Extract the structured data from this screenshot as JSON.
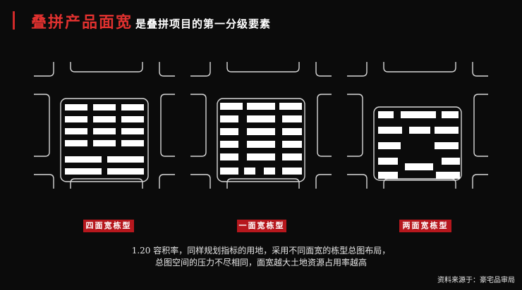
{
  "header": {
    "title_highlight": "叠拼产品面宽",
    "title_rest": "是叠拼项目的第一分级要素"
  },
  "panels": [
    {
      "label": "四面宽栋型"
    },
    {
      "label": "一面宽栋型"
    },
    {
      "label": "两面宽栋型"
    }
  ],
  "caption": {
    "line1": "1.20 容积率，同样规划指标的用地，采用不同面宽的栋型总图布局，",
    "line2": "总图空间的压力不尽相同，面宽越大土地资源占用率越高"
  },
  "source": "资料来源于：豪宅品审局",
  "colors": {
    "accent": "#e0312f",
    "label_bg": "#b6171d",
    "background": "#0b0b0b"
  }
}
